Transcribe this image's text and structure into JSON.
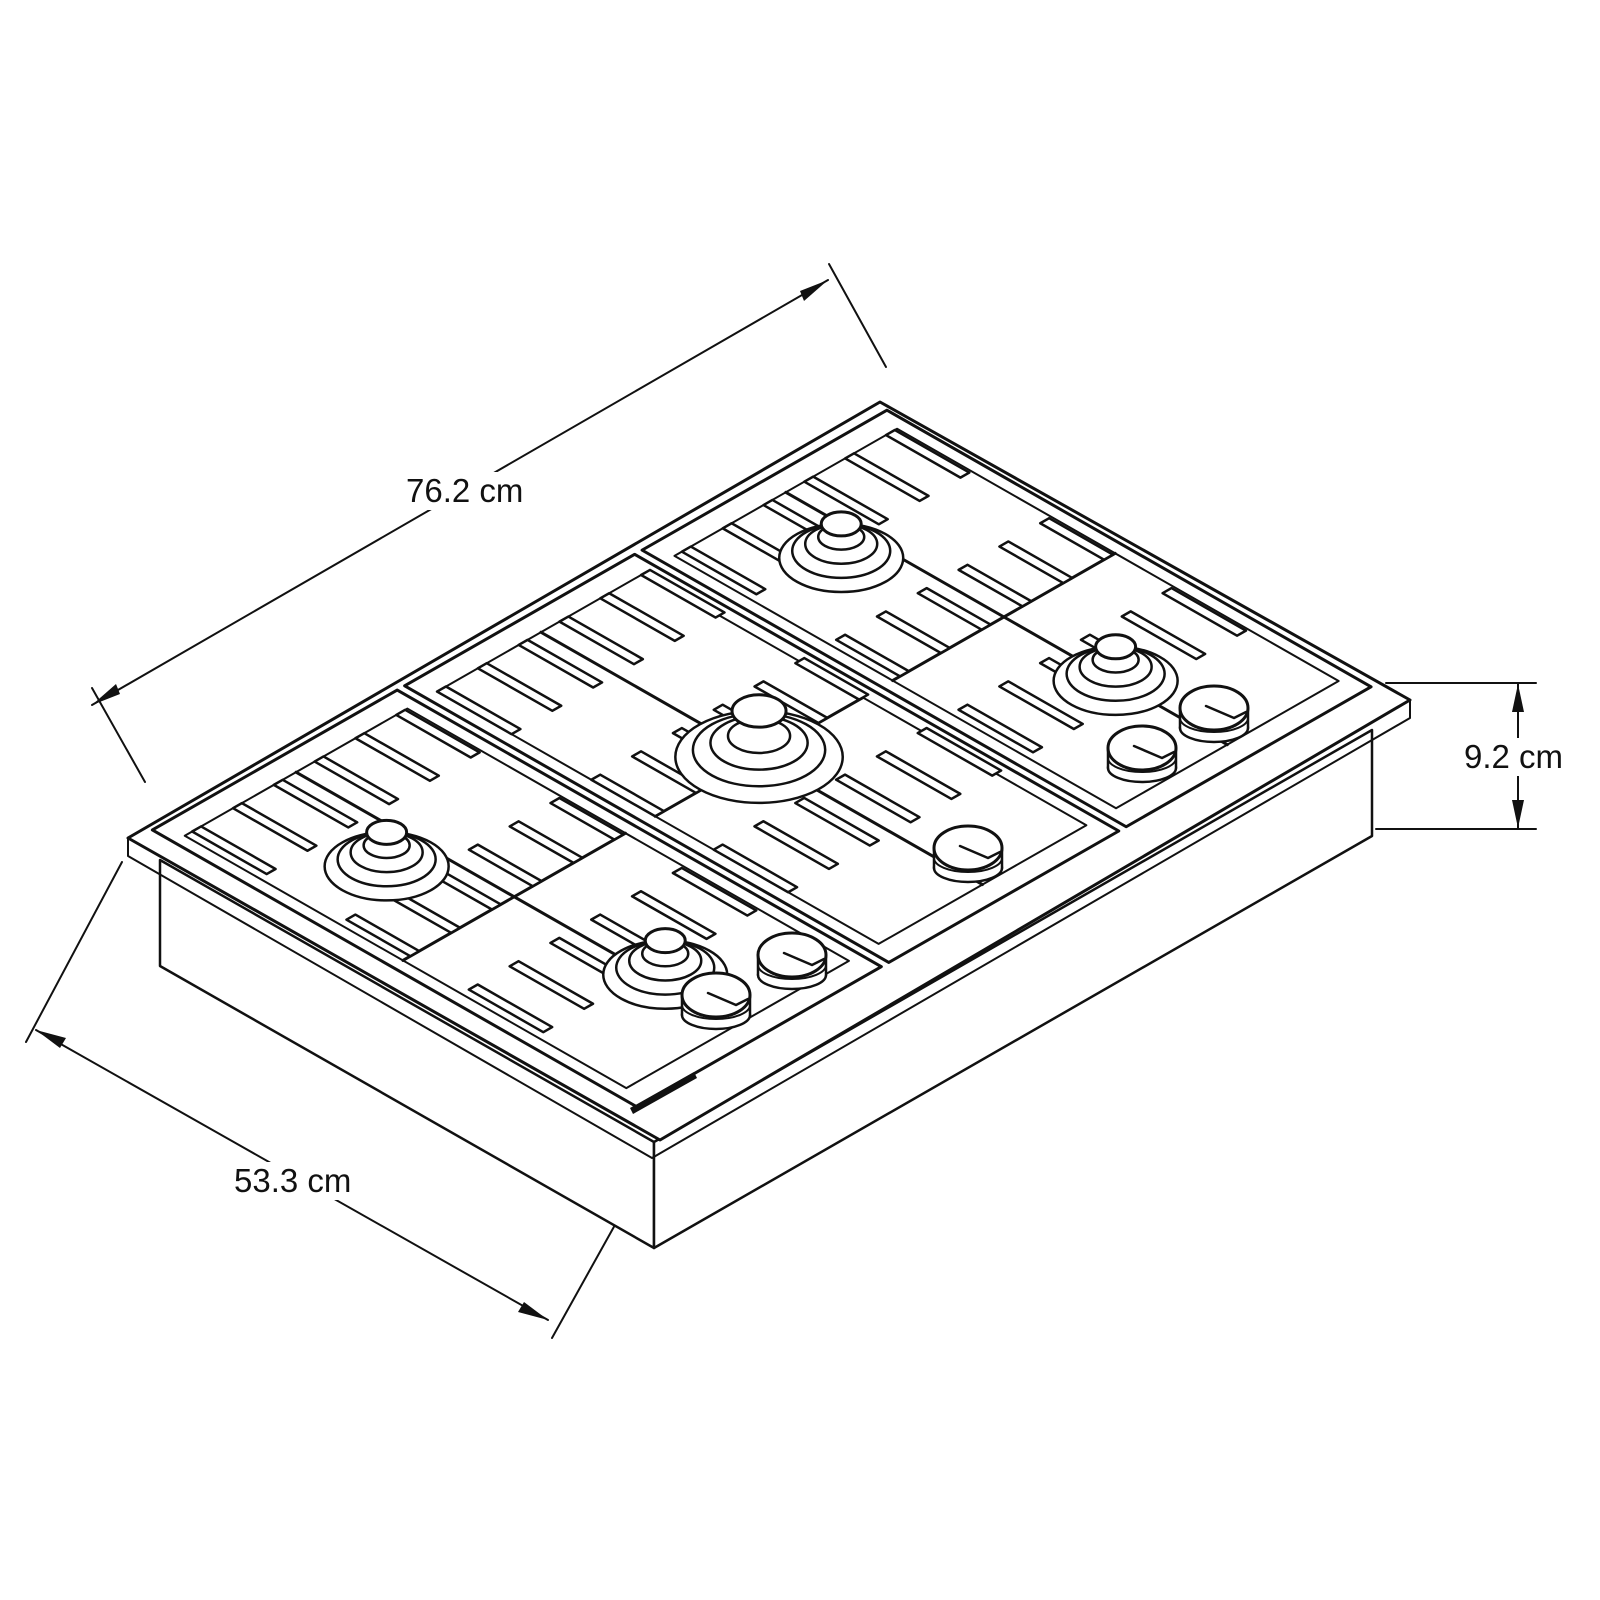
{
  "dimensions": {
    "width_label": "76.2 cm",
    "depth_label": "53.3 cm",
    "height_label": "9.2 cm"
  },
  "product": {
    "type": "gas-cooktop",
    "burner_count": 5,
    "knob_count": 5
  },
  "colors": {
    "ink": "#111111",
    "background": "#ffffff"
  }
}
